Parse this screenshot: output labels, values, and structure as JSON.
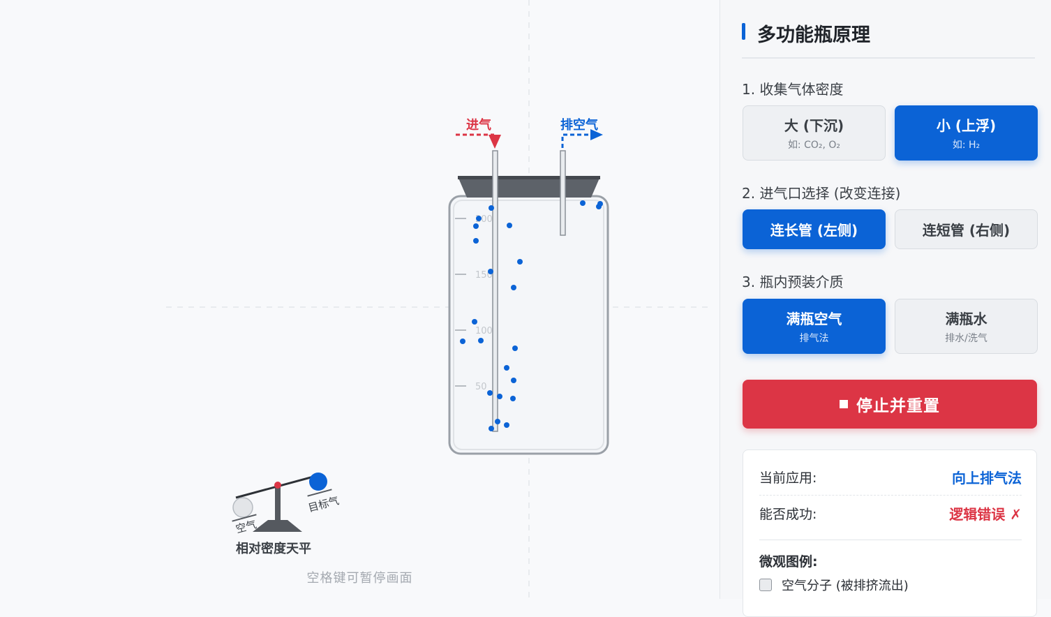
{
  "stage": {
    "inlet_label": "进气",
    "outlet_label": "排空气",
    "scale_marks": [
      "200",
      "150",
      "100",
      "50"
    ],
    "balance_left_label": "空气",
    "balance_right_label": "目标气",
    "balance_caption": "相对密度天平",
    "pause_hint": "空格键可暂停画面",
    "colors": {
      "inlet": "#dc3545",
      "outlet": "#0b63d6",
      "molecule": "#0b63d6"
    }
  },
  "panel": {
    "title": "多功能瓶原理",
    "section1": {
      "label": "1. 收集气体密度",
      "options": [
        {
          "main": "大 (下沉)",
          "sub": "如: CO₂, O₂",
          "active": false
        },
        {
          "main": "小 (上浮)",
          "sub": "如: H₂",
          "active": true
        }
      ]
    },
    "section2": {
      "label": "2. 进气口选择 (改变连接)",
      "options": [
        {
          "main": "连长管 (左侧)",
          "active": true
        },
        {
          "main": "连短管 (右侧)",
          "active": false
        }
      ]
    },
    "section3": {
      "label": "3. 瓶内预装介质",
      "options": [
        {
          "main": "满瓶空气",
          "sub": "排气法",
          "active": true
        },
        {
          "main": "满瓶水",
          "sub": "排水/洗气",
          "active": false
        }
      ]
    },
    "stop_button": {
      "icon": "stop-square-icon",
      "label": "停止并重置"
    },
    "status": {
      "application_key": "当前应用:",
      "application_value": "向上排气法",
      "success_key": "能否成功:",
      "success_value": "逻辑错误 ✗",
      "colors": {
        "application": "#0b63d6",
        "success": "#dc3545"
      }
    },
    "legend": {
      "title": "微观图例:",
      "items": [
        {
          "label": "空气分子 (被排挤流出)",
          "checked": false
        }
      ]
    }
  }
}
